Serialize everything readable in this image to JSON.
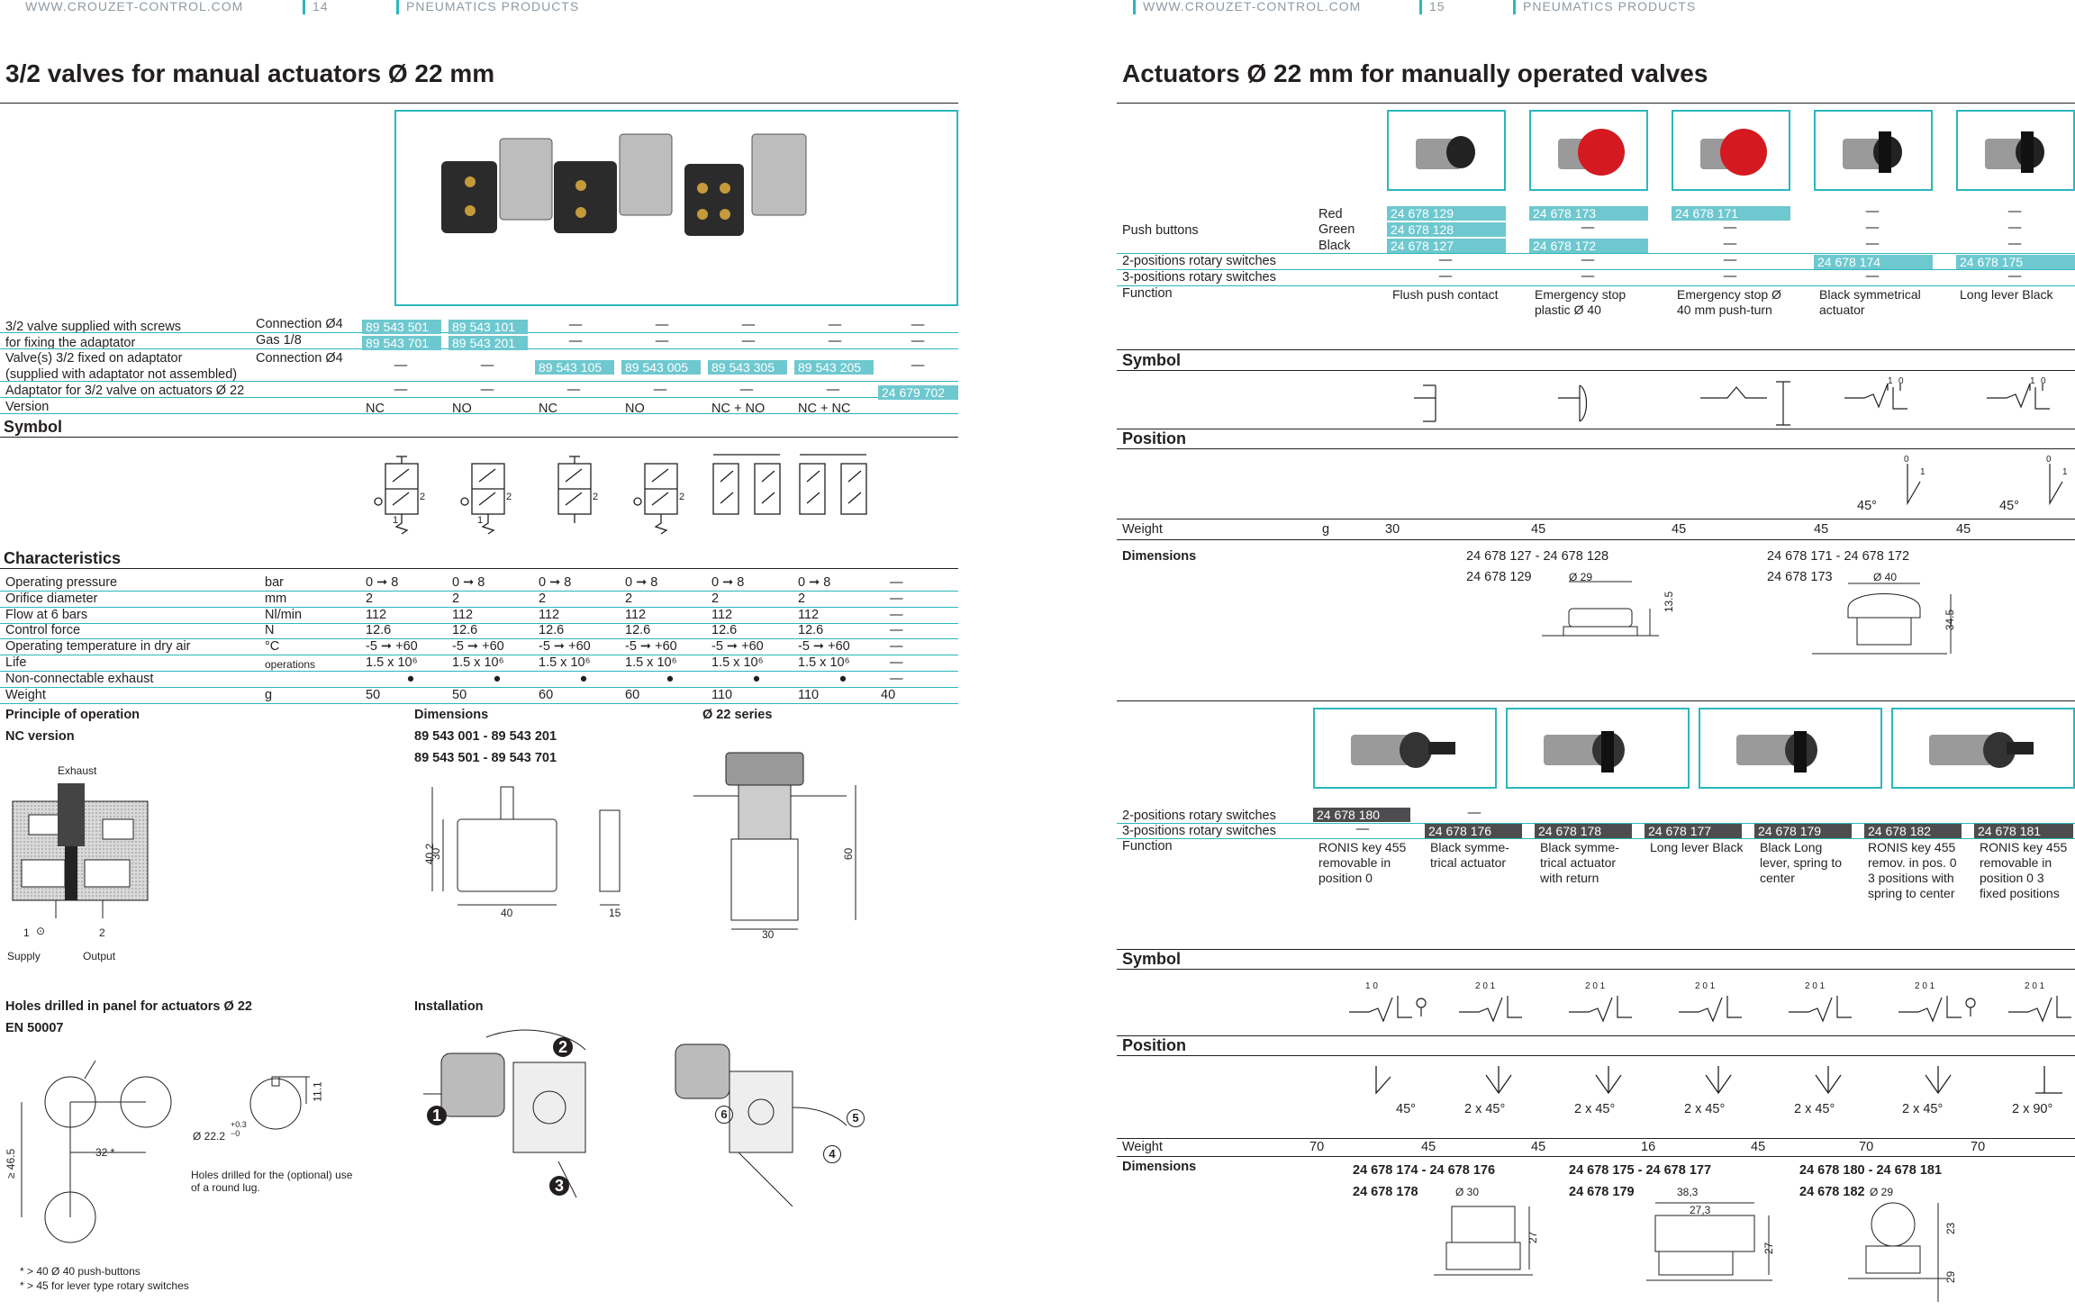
{
  "left": {
    "header": {
      "site": "WWW.CROUZET-CONTROL.COM",
      "page": "14",
      "section": "PNEUMATICS PRODUCTS"
    },
    "title": "3/2 valves for manual actuators Ø 22 mm",
    "rows": {
      "r1a": "3/2 valve supplied with screws",
      "r1b": "for fixing the adaptator",
      "conn": "Connection Ø4",
      "gas": "Gas 1/8",
      "r2a": "Valve(s) 3/2 fixed on adaptator",
      "r2b": "(supplied with adaptator not assembled)",
      "conn2": "Connection Ø4",
      "r3": "Adaptator for 3/2 valve on actuators Ø 22",
      "r4": "Version"
    },
    "codes": {
      "c1": "89 543 501",
      "c2": "89 543 101",
      "c3": "89 543 701",
      "c4": "89 543 201",
      "c5": "89 543 105",
      "c6": "89 543 005",
      "c7": "89 543 305",
      "c8": "89 543 205",
      "c9": "24 679 702"
    },
    "dash": "—",
    "versions": [
      "NC",
      "NO",
      "NC",
      "NO",
      "NC + NO",
      "NC + NC"
    ],
    "symbol": "Symbol",
    "characteristics": {
      "title": "Characteristics",
      "rows": [
        {
          "label": "Operating pressure",
          "unit": "bar",
          "vals": [
            "0 ➞ 8",
            "0 ➞ 8",
            "0 ➞ 8",
            "0 ➞ 8",
            "0 ➞ 8",
            "0 ➞ 8",
            "—"
          ]
        },
        {
          "label": "Orifice diameter",
          "unit": "mm",
          "vals": [
            "2",
            "2",
            "2",
            "2",
            "2",
            "2",
            "—"
          ]
        },
        {
          "label": "Flow at 6 bars",
          "unit": "Nl/min",
          "vals": [
            "112",
            "112",
            "112",
            "112",
            "112",
            "112",
            "—"
          ]
        },
        {
          "label": "Control force",
          "unit": "N",
          "vals": [
            "12.6",
            "12.6",
            "12.6",
            "12.6",
            "12.6",
            "12.6",
            "—"
          ]
        },
        {
          "label": "Operating temperature in dry air",
          "unit": "°C",
          "vals": [
            "-5 ➞ +60",
            "-5 ➞ +60",
            "-5 ➞ +60",
            "-5 ➞ +60",
            "-5 ➞ +60",
            "-5 ➞ +60",
            "—"
          ]
        },
        {
          "label": "Life",
          "unit": "operations",
          "vals": [
            "1.5 x 10⁶",
            "1.5 x 10⁶",
            "1.5 x 10⁶",
            "1.5 x 10⁶",
            "1.5 x 10⁶",
            "1.5 x 10⁶",
            "—"
          ]
        },
        {
          "label": "Non-connectable exhaust",
          "unit": "",
          "vals": [
            "●",
            "●",
            "●",
            "●",
            "●",
            "●",
            "—"
          ]
        },
        {
          "label": "Weight",
          "unit": "g",
          "vals": [
            "50",
            "50",
            "60",
            "60",
            "110",
            "110",
            "40"
          ]
        }
      ]
    },
    "principle": {
      "title": "Principle of operation",
      "sub": "NC version",
      "exhaust": "Exhaust",
      "supply": "Supply",
      "output": "Output",
      "n1": "1",
      "n2": "2"
    },
    "dims": {
      "title": "Dimensions",
      "l1": "89 543 001 - 89 543 201",
      "l2": "89 543 501 - 89 543 701",
      "d40": "40",
      "d30": "30",
      "d402": "40.2",
      "d15": "15",
      "series": "Ø 22 series",
      "d60": "60",
      "d30b": "30"
    },
    "holes": {
      "title": "Holes drilled in panel for actuators Ø 22",
      "std": "EN 50007",
      "d32": "32 *",
      "d465": "≥ 46.5",
      "d11": "11.1",
      "d22": "Ø 22.2",
      "tol": "+0.3 −0",
      "lug": "Holes drilled for the (optional) use of a round lug.",
      "note1": "* > 40 Ø 40 push-buttons",
      "note2": "* > 45 for lever type rotary switches"
    },
    "install": {
      "title": "Installation",
      "n1": "1",
      "n2": "2",
      "n3": "3",
      "n4": "4",
      "n5": "5",
      "n6": "6"
    }
  },
  "right": {
    "header": {
      "site": "WWW.CROUZET-CONTROL.COM",
      "page": "15",
      "section": "PNEUMATICS PRODUCTS"
    },
    "title": "Actuators Ø 22 mm for manually operated valves",
    "push": "Push buttons",
    "red": "Red",
    "green": "Green",
    "black": "Black",
    "rot2": "2-positions rotary switches",
    "rot3": "3-positions rotary switches",
    "function": "Function",
    "codesA": {
      "a1": "24 678 129",
      "a2": "24 678 128",
      "a3": "24 678 127",
      "a4": "24 678 173",
      "a5": "24 678 172",
      "a6": "24 678 171",
      "a7": "24 678 174",
      "a8": "24 678 175"
    },
    "funcA": [
      "Flush push contact",
      "Emergency stop plastic Ø 40",
      "Emergency stop Ø 40 mm push-turn",
      "Black symmetrical actuator",
      "Long lever Black"
    ],
    "symbol": "Symbol",
    "position": "Position",
    "deg45": "45°",
    "p0": "0",
    "p1": "1",
    "weight": "Weight",
    "g": "g",
    "weightsA": [
      "30",
      "45",
      "45",
      "45",
      "45"
    ],
    "dimensions": "Dimensions",
    "dimA": {
      "l1": "24 678 127 - 24 678 128",
      "l2": "24 678 129",
      "d29": "Ø 29",
      "d135": "13.5",
      "l3": "24 678 171 - 24 678 172",
      "l4": "24 678 173",
      "d40": "Ø 40",
      "d345": "34.5"
    },
    "codesB": {
      "b1": "24 678 180",
      "b2": "24 678 176",
      "b3": "24 678 178",
      "b4": "24 678 177",
      "b5": "24 678 179",
      "b6": "24 678 182",
      "b7": "24 678 181"
    },
    "funcB": [
      "RONIS key 455 removable in position 0",
      "Black symme-trical actuator",
      "Black symme-trical actuator with return",
      "Long lever Black",
      "Black Long lever, spring to center",
      "RONIS key 455 remov. in pos. 0 3 positions with spring to center",
      "RONIS key 455 removable in position 0 3 fixed positions"
    ],
    "posB": [
      "45°",
      "2 x 45°",
      "2 x 45°",
      "2 x 45°",
      "2 x 45°",
      "2 x 45°",
      "2 x 90°"
    ],
    "weightsB": [
      "70",
      "45",
      "45",
      "16",
      "45",
      "70",
      "70"
    ],
    "dimB": {
      "l1": "24 678 174 - 24 678 176",
      "l2": "24 678 178",
      "d30": "Ø 30",
      "d27": "27",
      "l3": "24 678 175 - 24 678 177",
      "l4": "24 678 179",
      "d383": "38,3",
      "d273": "27,3",
      "d27b": "27",
      "l5": "24 678 180 - 24 678 181",
      "l6": "24 678 182",
      "d29": "Ø 29",
      "d23": "23",
      "d29b": "29"
    },
    "s201": "2 0 1",
    "s10": "1  0"
  }
}
